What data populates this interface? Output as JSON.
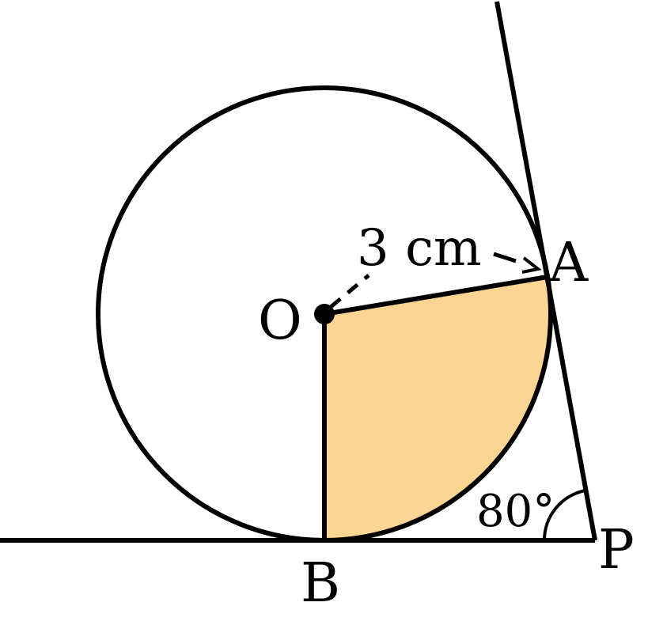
{
  "points": {
    "center": "O",
    "tangent_point_a": "A",
    "tangent_point_b": "B",
    "external_point": "P"
  },
  "radius_label": "3 cm",
  "angle_label": "80°",
  "colors": {
    "stroke": "#000000",
    "sector_fill": "#FDD592",
    "background": "#ffffff"
  }
}
